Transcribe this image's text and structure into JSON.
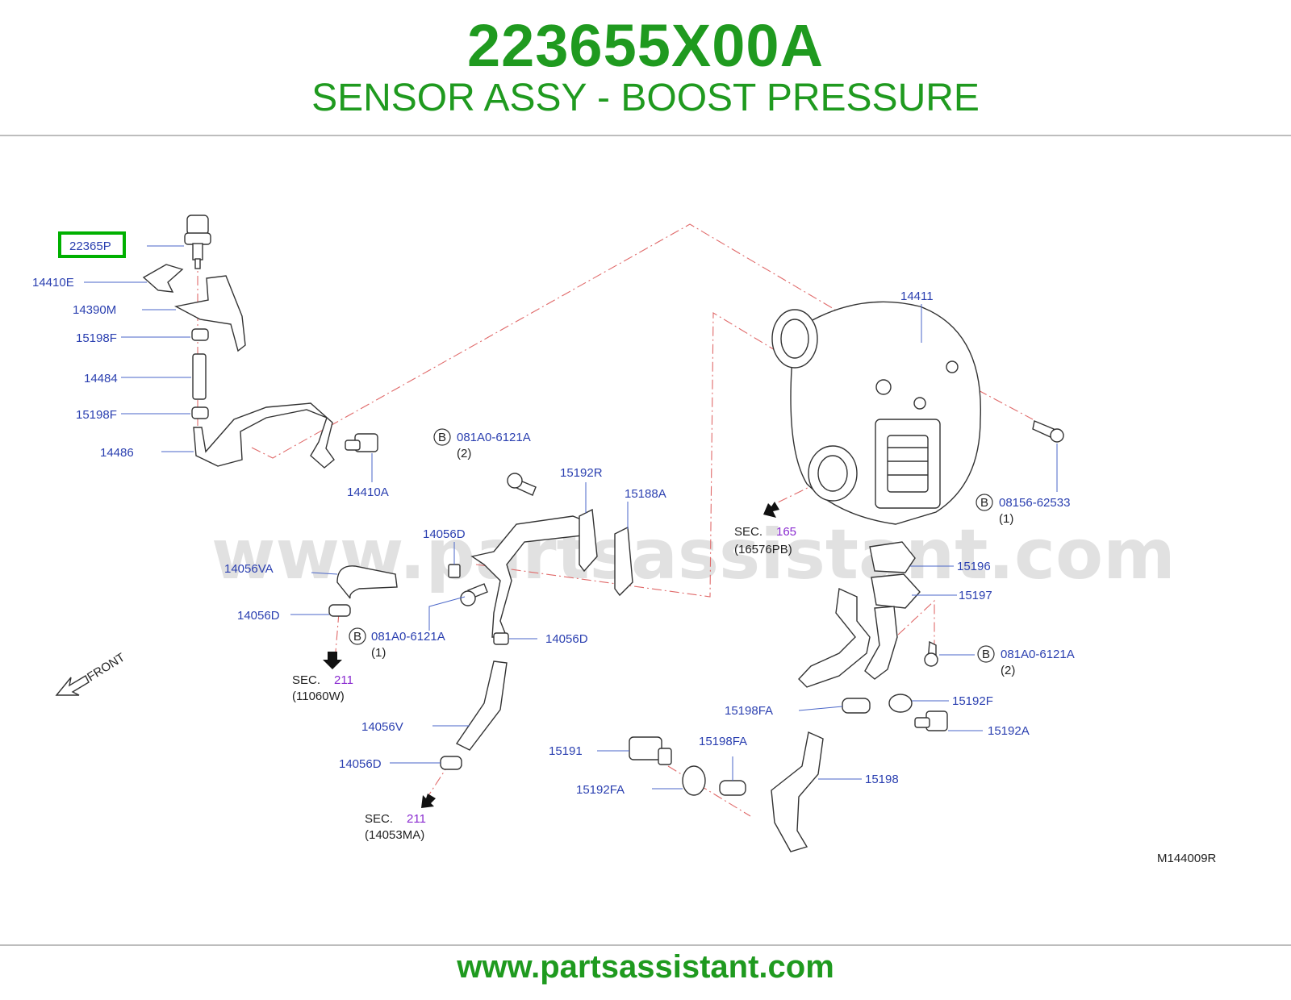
{
  "header": {
    "part_number": "223655X00A",
    "description": "SENSOR ASSY - BOOST PRESSURE"
  },
  "footer": {
    "url": "www.partsassistant.com"
  },
  "watermark": "www.partsassistant.com",
  "colors": {
    "title_green": "#1f9a1f",
    "label_blue": "#2a3fb0",
    "highlight_green": "#00b000",
    "sec_purple": "#8a2bd0"
  },
  "diagram_code": "M144009R",
  "front_label": "FRONT",
  "callouts": {
    "c_22365P": "22365P",
    "c_14410E": "14410E",
    "c_14390M": "14390M",
    "c_15198F_a": "15198F",
    "c_14484": "14484",
    "c_15198F_b": "15198F",
    "c_14486": "14486",
    "c_14410A": "14410A",
    "c_081A0_a": "081A0-6121A",
    "c_081A0_a_qty": "(2)",
    "c_15192R": "15192R",
    "c_15188A": "15188A",
    "c_14056D_a": "14056D",
    "c_14056VA": "14056VA",
    "c_14056D_b": "14056D",
    "c_081A0_b": "081A0-6121A",
    "c_081A0_b_qty": "(1)",
    "c_14056D_c": "14056D",
    "c_14056V": "14056V",
    "c_14056D_d": "14056D",
    "c_14411": "14411",
    "c_08156": "08156-62533",
    "c_08156_qty": "(1)",
    "c_15196": "15196",
    "c_15197": "15197",
    "c_081A0_c": "081A0-6121A",
    "c_081A0_c_qty": "(2)",
    "c_15192F": "15192F",
    "c_15192A": "15192A",
    "c_15198FA_a": "15198FA",
    "c_15198FA_b": "15198FA",
    "c_15191": "15191",
    "c_15192FA": "15192FA",
    "c_15198": "15198",
    "b_marker": "B"
  },
  "sections": {
    "sec_word": "SEC.",
    "s1_num": "211",
    "s1_ref": "(11060W)",
    "s2_num": "211",
    "s2_ref": "(14053MA)",
    "s3_num": "165",
    "s3_ref": "(16576PB)"
  }
}
